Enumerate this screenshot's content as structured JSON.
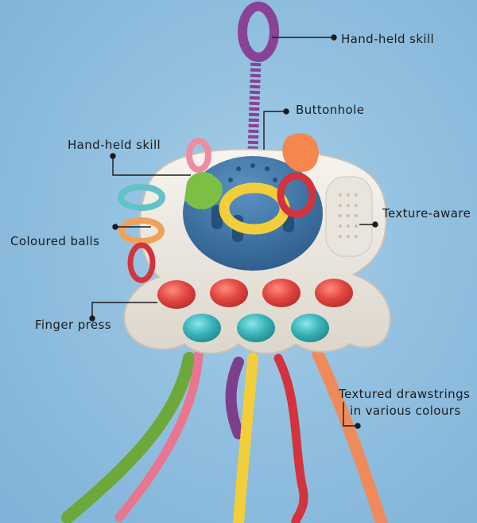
{
  "callouts": {
    "hand_held_skill_top": "Hand-held skill",
    "buttonhole": "Buttonhole",
    "hand_held_skill_left": "Hand-held skill",
    "texture_aware": "Texture-aware",
    "coloured_balls": "Coloured balls",
    "finger_press": "Finger press",
    "textured_drawstrings_line1": "Textured drawstrings",
    "textured_drawstrings_line2": "in various colours"
  },
  "colors": {
    "background": "#92c0e0",
    "body": "#f1ede6",
    "dome": "#3f76a8",
    "press_red": "#e0463f",
    "press_teal": "#37b3b8",
    "purple": "#7d3f8c",
    "yellow": "#f2cf3a",
    "green": "#6da83b",
    "orange": "#f08a5a",
    "red": "#d3333d",
    "pink": "#e8768f"
  }
}
